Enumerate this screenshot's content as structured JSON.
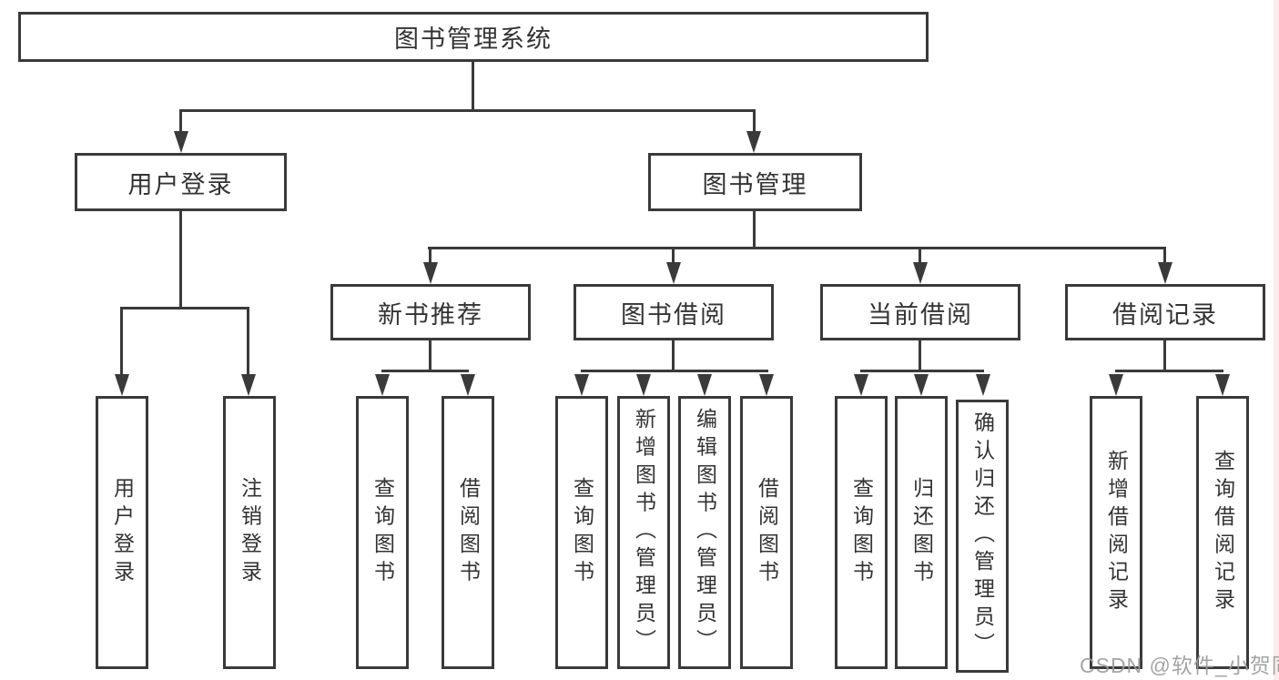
{
  "diagram": {
    "root": {
      "label": "图书管理系统"
    },
    "branches": [
      {
        "label": "用户登录",
        "leaves": [
          {
            "label": "用户登录"
          },
          {
            "label": "注销登录"
          }
        ]
      },
      {
        "label": "图书管理",
        "groups": [
          {
            "label": "新书推荐",
            "leaves": [
              {
                "label": "查询图书"
              },
              {
                "label": "借阅图书"
              }
            ]
          },
          {
            "label": "图书借阅",
            "leaves": [
              {
                "label": "查询图书"
              },
              {
                "label": "新增图书（管理员）"
              },
              {
                "label": "编辑图书（管理员）"
              },
              {
                "label": "借阅图书"
              }
            ]
          },
          {
            "label": "当前借阅",
            "leaves": [
              {
                "label": "查询图书"
              },
              {
                "label": "归还图书"
              },
              {
                "label": "确认归还（管理员）"
              }
            ]
          },
          {
            "label": "借阅记录",
            "leaves": [
              {
                "label": "新增借阅记录"
              },
              {
                "label": "查询借阅记录"
              }
            ]
          }
        ]
      }
    ]
  },
  "watermark": {
    "text": "CSDN @软件_小贺同学"
  },
  "colors": {
    "line": "#3a3a3a",
    "text": "#333333",
    "box_background": "#ffffff",
    "watermark": "#9b9b9b",
    "edge_strip": "#fdecec"
  }
}
